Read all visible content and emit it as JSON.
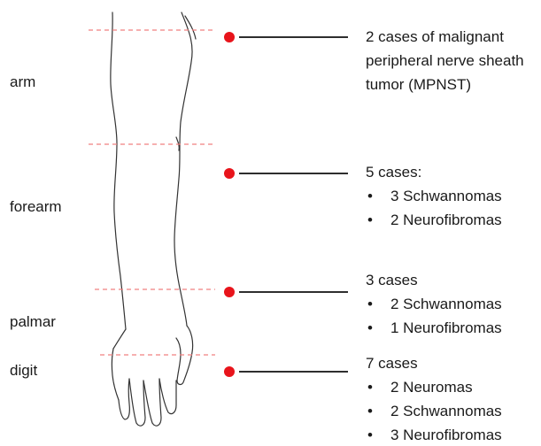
{
  "regions": [
    {
      "id": "arm",
      "label": "arm"
    },
    {
      "id": "forearm",
      "label": "forearm"
    },
    {
      "id": "palmar",
      "label": "palmar"
    },
    {
      "id": "digit",
      "label": "digit"
    }
  ],
  "findings": [
    {
      "region": "arm",
      "heading": "2 cases of malignant peripheral nerve sheath tumor (MPNST)",
      "items": []
    },
    {
      "region": "forearm",
      "heading": "5 cases:",
      "items": [
        "3 Schwannomas",
        "2 Neurofibromas"
      ]
    },
    {
      "region": "palmar",
      "heading": "3 cases",
      "items": [
        "2 Schwannomas",
        "1 Neurofibromas"
      ]
    },
    {
      "region": "digit",
      "heading": "7 cases",
      "items": [
        "2 Neuromas",
        "2 Schwannomas",
        "3 Neurofibromas"
      ]
    }
  ],
  "colors": {
    "marker": "#e8141b",
    "divider": "#f08080",
    "connector": "#111111",
    "outline": "#333333"
  }
}
